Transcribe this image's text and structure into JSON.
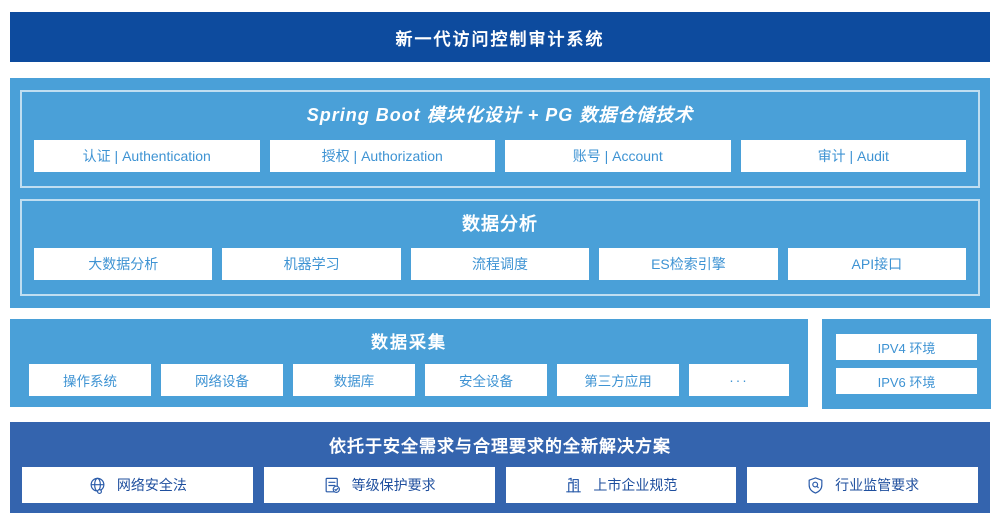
{
  "banner": {
    "title": "新一代访问控制审计系统"
  },
  "platform": {
    "modules_section": {
      "title": "Spring Boot 模块化设计 + PG 数据仓储技术",
      "items": [
        "认证 | Authentication",
        "授权 | Authorization",
        "账号 | Account",
        "审计 | Audit"
      ]
    },
    "analysis_section": {
      "title": "数据分析",
      "items": [
        "大数据分析",
        "机器学习",
        "流程调度",
        "ES检索引擎",
        "API接口"
      ]
    }
  },
  "collection": {
    "title": "数据采集",
    "items": [
      "操作系统",
      "网络设备",
      "数据库",
      "安全设备",
      "第三方应用",
      "···"
    ],
    "env_items": [
      "IPV4 环境",
      "IPV6 环境"
    ]
  },
  "solution": {
    "title": "依托于安全需求与合理要求的全新解决方案",
    "items": [
      {
        "icon": "globe-icon",
        "label": "网络安全法"
      },
      {
        "icon": "checklist-icon",
        "label": "等级保护要求"
      },
      {
        "icon": "building-icon",
        "label": "上市企业规范"
      },
      {
        "icon": "shield-search-icon",
        "label": "行业监管要求"
      }
    ]
  },
  "colors": {
    "banner_bg": "#0d4b9e",
    "platform_bg": "#4aa0d8",
    "solution_bg": "#3464ae",
    "box_text_blue": "#3e93d3",
    "solution_text_blue": "#1f4f9e"
  }
}
